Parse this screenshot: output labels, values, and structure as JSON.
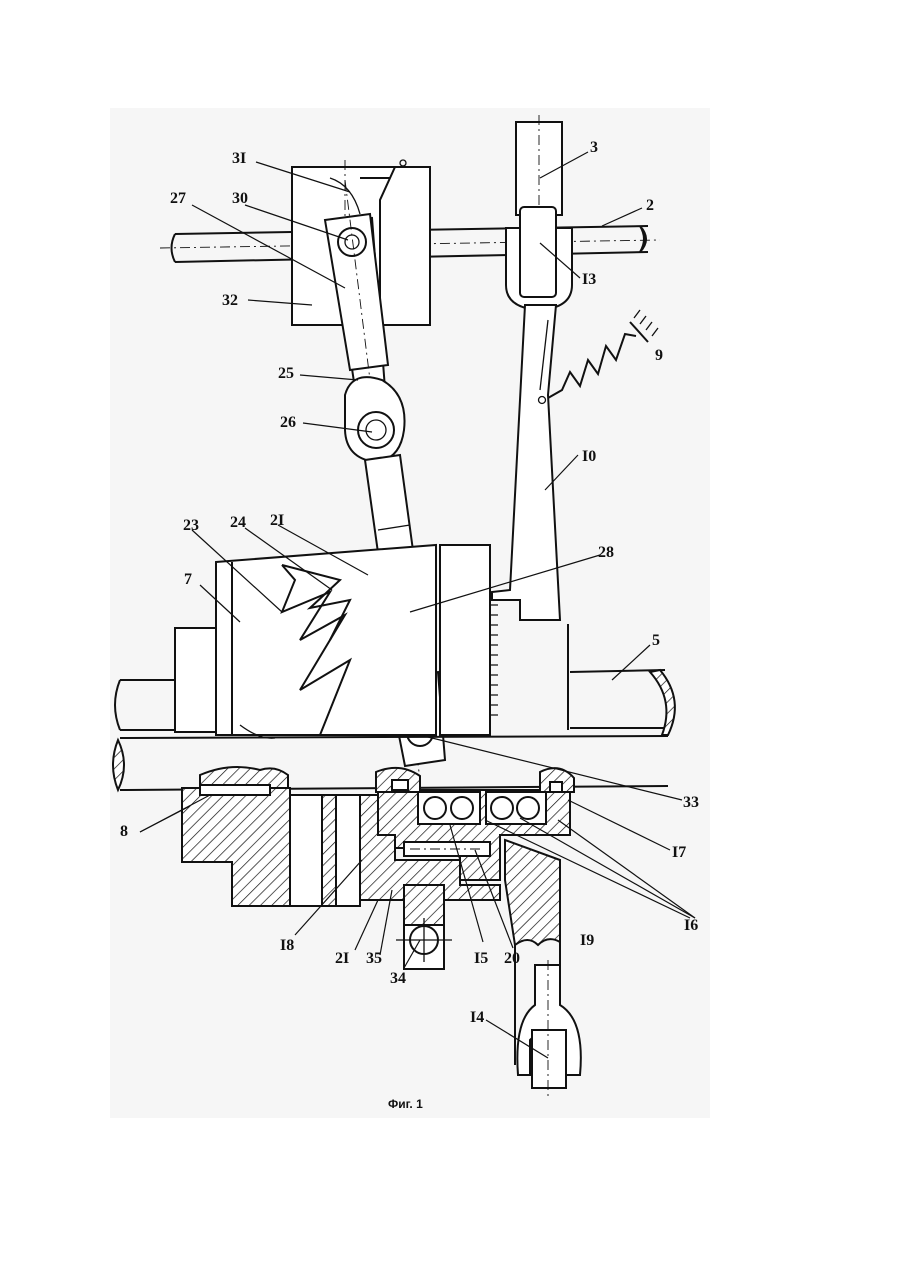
{
  "figure": {
    "caption": "Фиг. 1",
    "labels": {
      "p2": "2",
      "p3": "3",
      "p5": "5",
      "p7": "7",
      "p8": "8",
      "p9": "9",
      "p10": "I0",
      "p13": "I3",
      "p14": "I4",
      "p15": "I5",
      "p16": "I6",
      "p17": "I7",
      "p18": "I8",
      "p19": "I9",
      "p20": "20",
      "p21a": "2I",
      "p21b": "2I",
      "p23": "23",
      "p24": "24",
      "p25": "25",
      "p26": "26",
      "p27": "27",
      "p28": "28",
      "p30": "30",
      "p31": "3I",
      "p32": "32",
      "p33": "33",
      "p34": "34",
      "p35": "35"
    }
  }
}
